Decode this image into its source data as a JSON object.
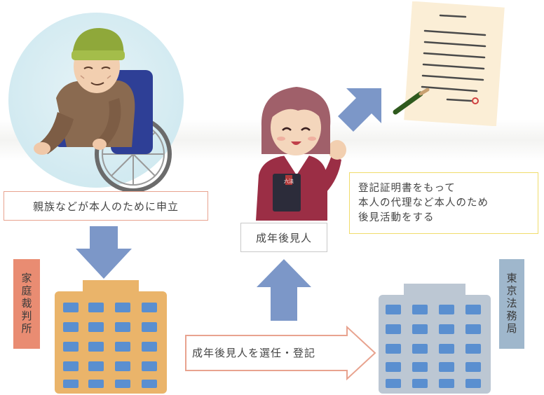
{
  "labels": {
    "petition": "親族などが本人のために申立",
    "guardian": "成年後見人",
    "activity_note": "登記証明書をもって\n本人の代理など本人のため\n後見活動をする",
    "family_court": "家庭裁判所",
    "tokyo_legal_bureau": "東京法務局",
    "appoint_register": "成年後見人を選任・登記",
    "book_label": "六法"
  },
  "colors": {
    "arrow_blue": "#7c97c8",
    "court_building": "#eab46a",
    "court_label": "#e98c72",
    "bureau_building": "#bcc7d3",
    "bureau_label": "#9fb7cc",
    "window_blue": "#5a8fd0",
    "note_border": "#f0dc6b",
    "petition_border": "#e8a38f"
  },
  "icons": {
    "elderly_person": "elderly-person-wheelchair-icon",
    "guardian": "guardian-woman-icon",
    "document": "certificate-document-icon",
    "court_building": "court-building-icon",
    "bureau_building": "bureau-building-icon"
  }
}
